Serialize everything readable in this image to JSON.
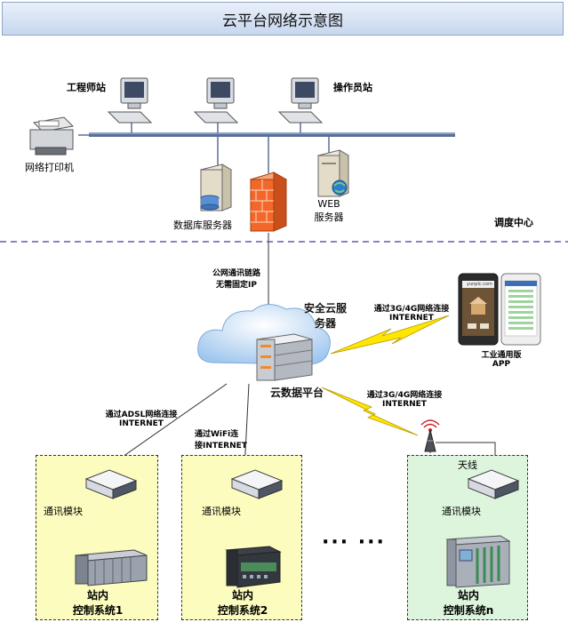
{
  "title": "云平台网络示意图",
  "dispatch": {
    "engineer_station": "工程师站",
    "operator_station": "操作员站",
    "printer": "网络打印机",
    "db_server": "数据库服务器",
    "web_server_line1": "WEB",
    "web_server_line2": "服务器",
    "center_label": "调度中心"
  },
  "cloud": {
    "link_line1": "公网通讯链路",
    "link_line2": "无需固定IP",
    "secure_line1": "安全云服",
    "secure_line2": "务器",
    "platform": "云数据平台",
    "app_link_line1": "通过3G/4G网络连接",
    "app_link_line2": "INTERNET",
    "app_label_line1": "工业通用版",
    "app_label_line2": "APP",
    "phone_header": "yunplc.com",
    "n_link_line1": "通过3G/4G网络连接",
    "n_link_line2": "INTERNET",
    "adsl_line1": "通过ADSL网络连接",
    "adsl_line2": "INTERNET",
    "wifi_line1": "通过WiFi连",
    "wifi_line2": "接INTERNET"
  },
  "stations": [
    {
      "module_label": "通讯模块",
      "title_line1": "站内",
      "title_line2": "控制系统1"
    },
    {
      "module_label": "通讯模块",
      "title_line1": "站内",
      "title_line2": "控制系统2"
    },
    {
      "module_label": "通讯模块",
      "title_line1": "站内",
      "title_line2": "控制系统n",
      "antenna_label": "天线"
    }
  ],
  "ellipsis": "··· ···",
  "colors": {
    "title_bg": "#c7d7ee",
    "dashed_divider": "#5b5bb5",
    "station_yellow": "#fcfcbf",
    "station_green": "#ddf5dd",
    "lightning": "#ffe600",
    "firewall": "#f2672a"
  }
}
